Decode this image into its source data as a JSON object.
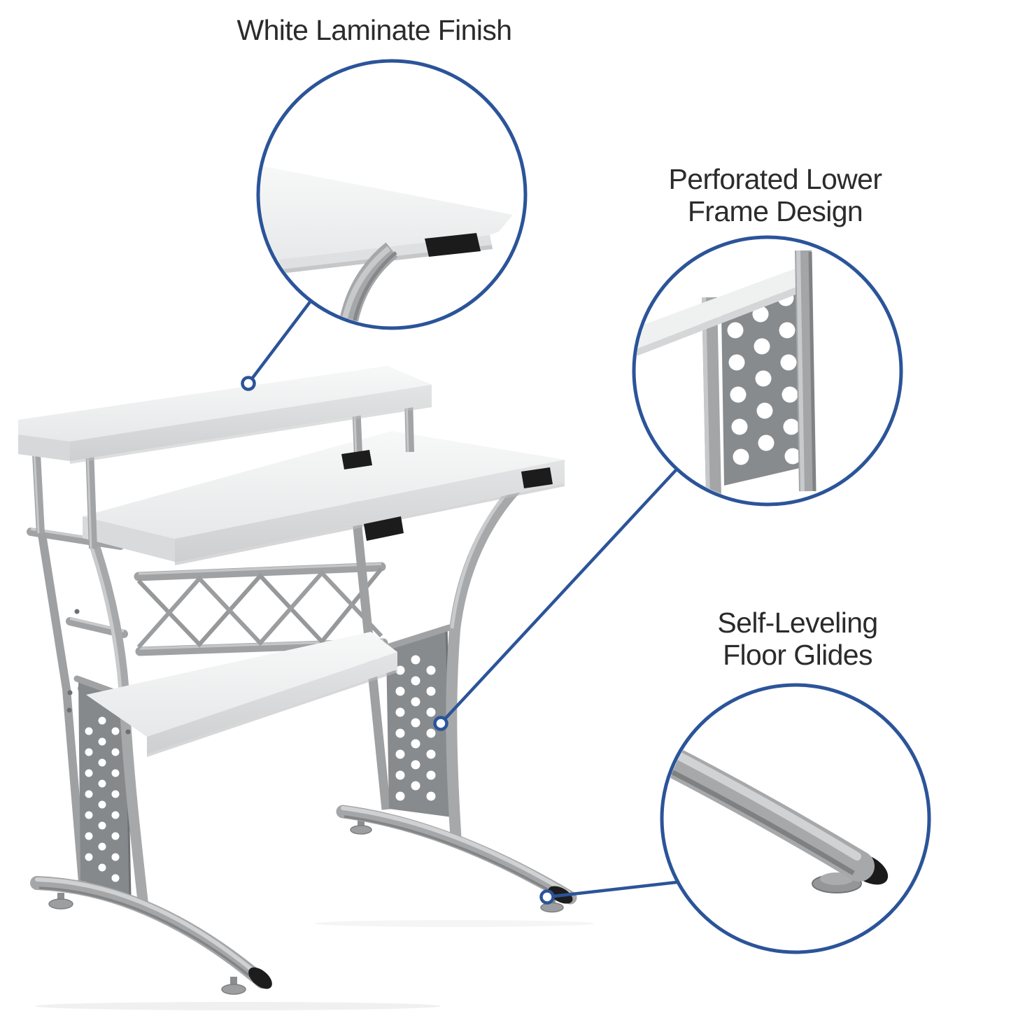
{
  "background_color": "#ffffff",
  "accent_color": "#2b5499",
  "text_color": "#2b2b2b",
  "callouts": [
    {
      "id": "white-laminate-finish",
      "lines": [
        "White Laminate Finish"
      ]
    },
    {
      "id": "perforated-lower-frame",
      "lines": [
        "Perforated Lower",
        "Frame Design"
      ]
    },
    {
      "id": "self-leveling-floor-glides",
      "lines": [
        "Self-Leveling",
        "Floor Glides"
      ]
    }
  ],
  "product_colors": {
    "laminate_top": "#f3f4f4",
    "metal_frame": "#a6a8aa",
    "perforated_panel": "#878b8e",
    "end_caps": "#1c1c1c"
  }
}
